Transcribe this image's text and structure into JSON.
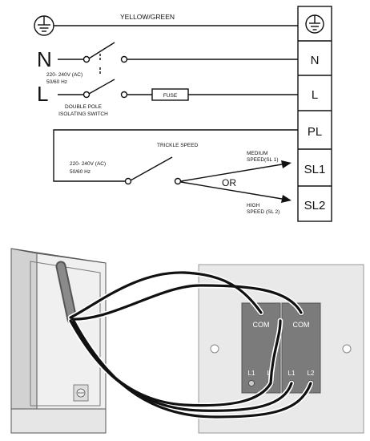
{
  "wiring": {
    "earth_label": "YELLOW/GREEN",
    "neutral_symbol": "N",
    "live_symbol": "L",
    "supply_top": "220- 240V (AC)",
    "supply_top_freq": "50/60 Hz",
    "switch_line1": "DOUBLE POLE",
    "switch_line2": "ISOLATING SWITCH",
    "fuse_label": "FUSE",
    "trickle_label": "TRICKLE SPEED",
    "supply_bottom": "220- 240V (AC)",
    "supply_bottom_freq": "50/60 Hz",
    "or_label": "OR",
    "medium_line1": "MEDIUM",
    "medium_line2": "SPEED(SL 1)",
    "high_line1": "HIGH",
    "high_line2": "SPEED (SL 2)",
    "terminals": [
      "N",
      "L",
      "PL",
      "SL1",
      "SL2"
    ],
    "earth_icon": "earth-icon"
  },
  "plate": {
    "left_com": "COM",
    "right_com": "COM",
    "left_l1": "L1",
    "left_l2": "L2",
    "right_l1": "L1",
    "right_l2": "L2"
  }
}
